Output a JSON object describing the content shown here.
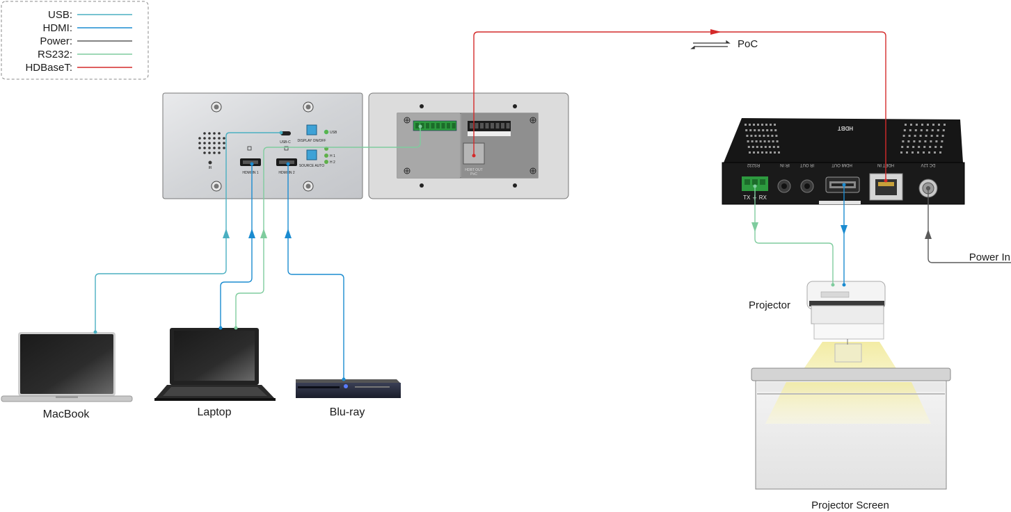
{
  "legend": {
    "items": [
      {
        "label": "USB:",
        "color": "#4aafc1"
      },
      {
        "label": "HDMI:",
        "color": "#1a8bd0"
      },
      {
        "label": "Power:",
        "color": "#5a5a5a"
      },
      {
        "label": "RS232:",
        "color": "#7fcc9e"
      },
      {
        "label": "HDBaseT:",
        "color": "#d42a2a"
      }
    ]
  },
  "labels": {
    "poc": "PoC",
    "power_in": "Power In",
    "projector": "Projector",
    "projector_screen": "Projector Screen",
    "macbook": "MacBook",
    "laptop": "Laptop",
    "bluray": "Blu-ray"
  },
  "wallplate": {
    "usb_c": "USB-C",
    "usb_led": "USB",
    "display_btn": "DISPLAY ON/OFF",
    "source_btn": "SOURCE AUTO",
    "hdmi_in1": "HDMI IN 1",
    "hdmi_in2": "HDMI IN 2",
    "led_h1": "H 1",
    "led_h2": "H 2",
    "ir": "IR"
  },
  "backplate": {
    "hdbt_out": "HDBT OUT",
    "poc": "PoC"
  },
  "receiver": {
    "rs232": "RS232",
    "ir_in": "IR IN",
    "ir_out": "IR OUT",
    "hdmi_out": "HDMI OUT",
    "hdbt_in": "HDBT IN",
    "dc": "DC 12V",
    "tx_rx": "TX ⏚ RX"
  }
}
